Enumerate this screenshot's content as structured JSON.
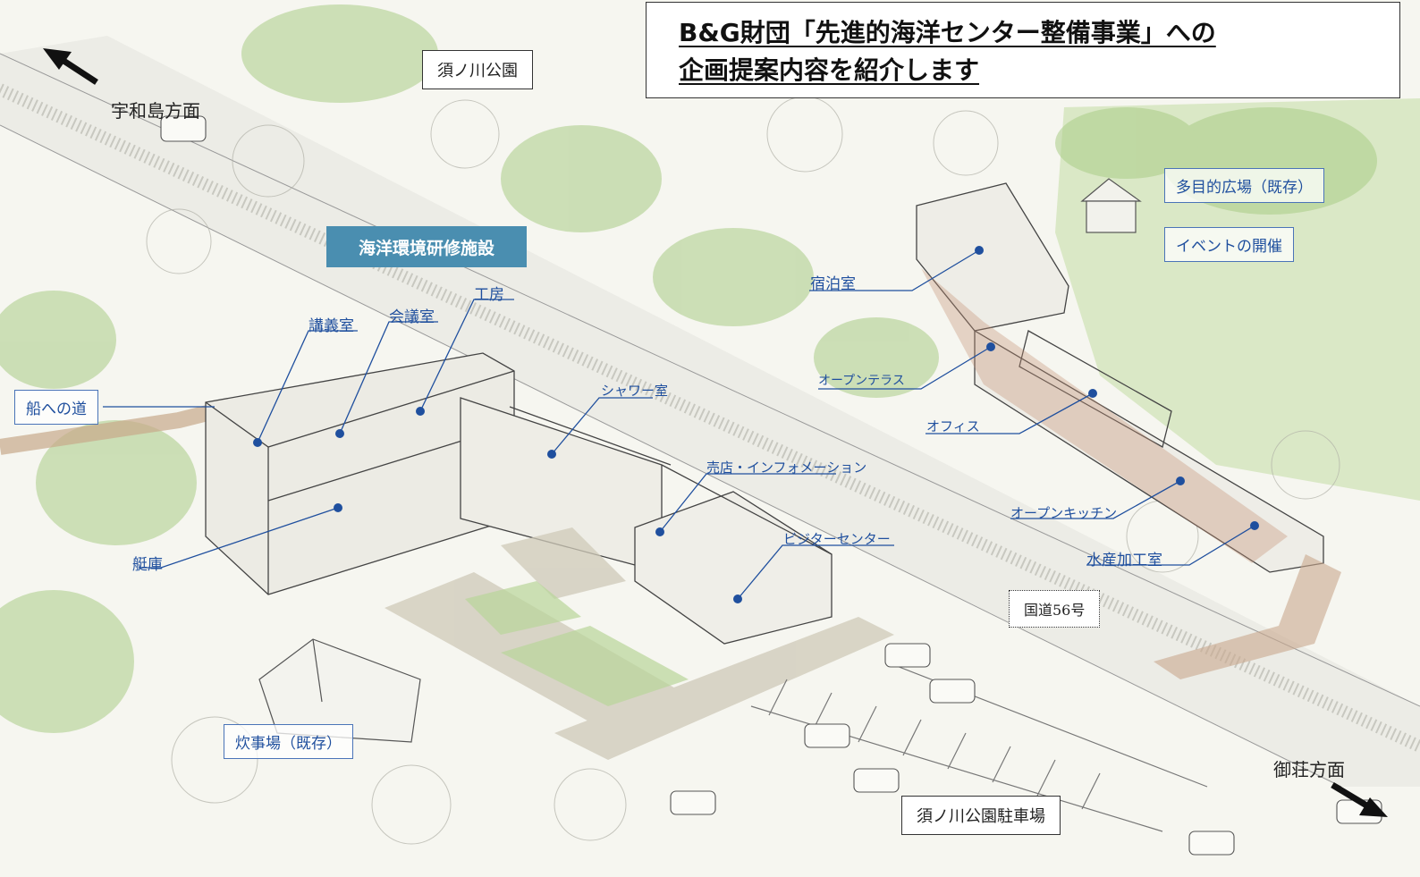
{
  "title": {
    "line1": "B&G財団「先進的海洋センター整備事業」への",
    "line2": "企画提案内容を紹介します"
  },
  "places": {
    "park": "須ノ川公園",
    "uwajima": "宇和島方面",
    "misho": "御荘方面",
    "route": "国道56号",
    "parking": "須ノ川公園駐車場"
  },
  "facility_badge": "海洋環境研修施設",
  "labels": {
    "lecture": "講義室",
    "meeting": "会議室",
    "workshop": "工房",
    "shower": "シャワー室",
    "shop": "売店・インフォメーション",
    "visitor": "ビジターセンター",
    "boathouse": "艇庫",
    "lodging": "宿泊室",
    "terrace": "オープンテラス",
    "office": "オフィス",
    "kitchen": "オープンキッチン",
    "seafood": "水産加工室"
  },
  "boxed_labels": {
    "boat_path": "船への道",
    "plaza": "多目的広場（既存）",
    "events": "イベントの開催",
    "cooking": "炊事場（既存）"
  },
  "colors": {
    "label_blue": "#1f4f9e",
    "badge": "#4a8eb0",
    "tree_green": "#9cc37a"
  }
}
